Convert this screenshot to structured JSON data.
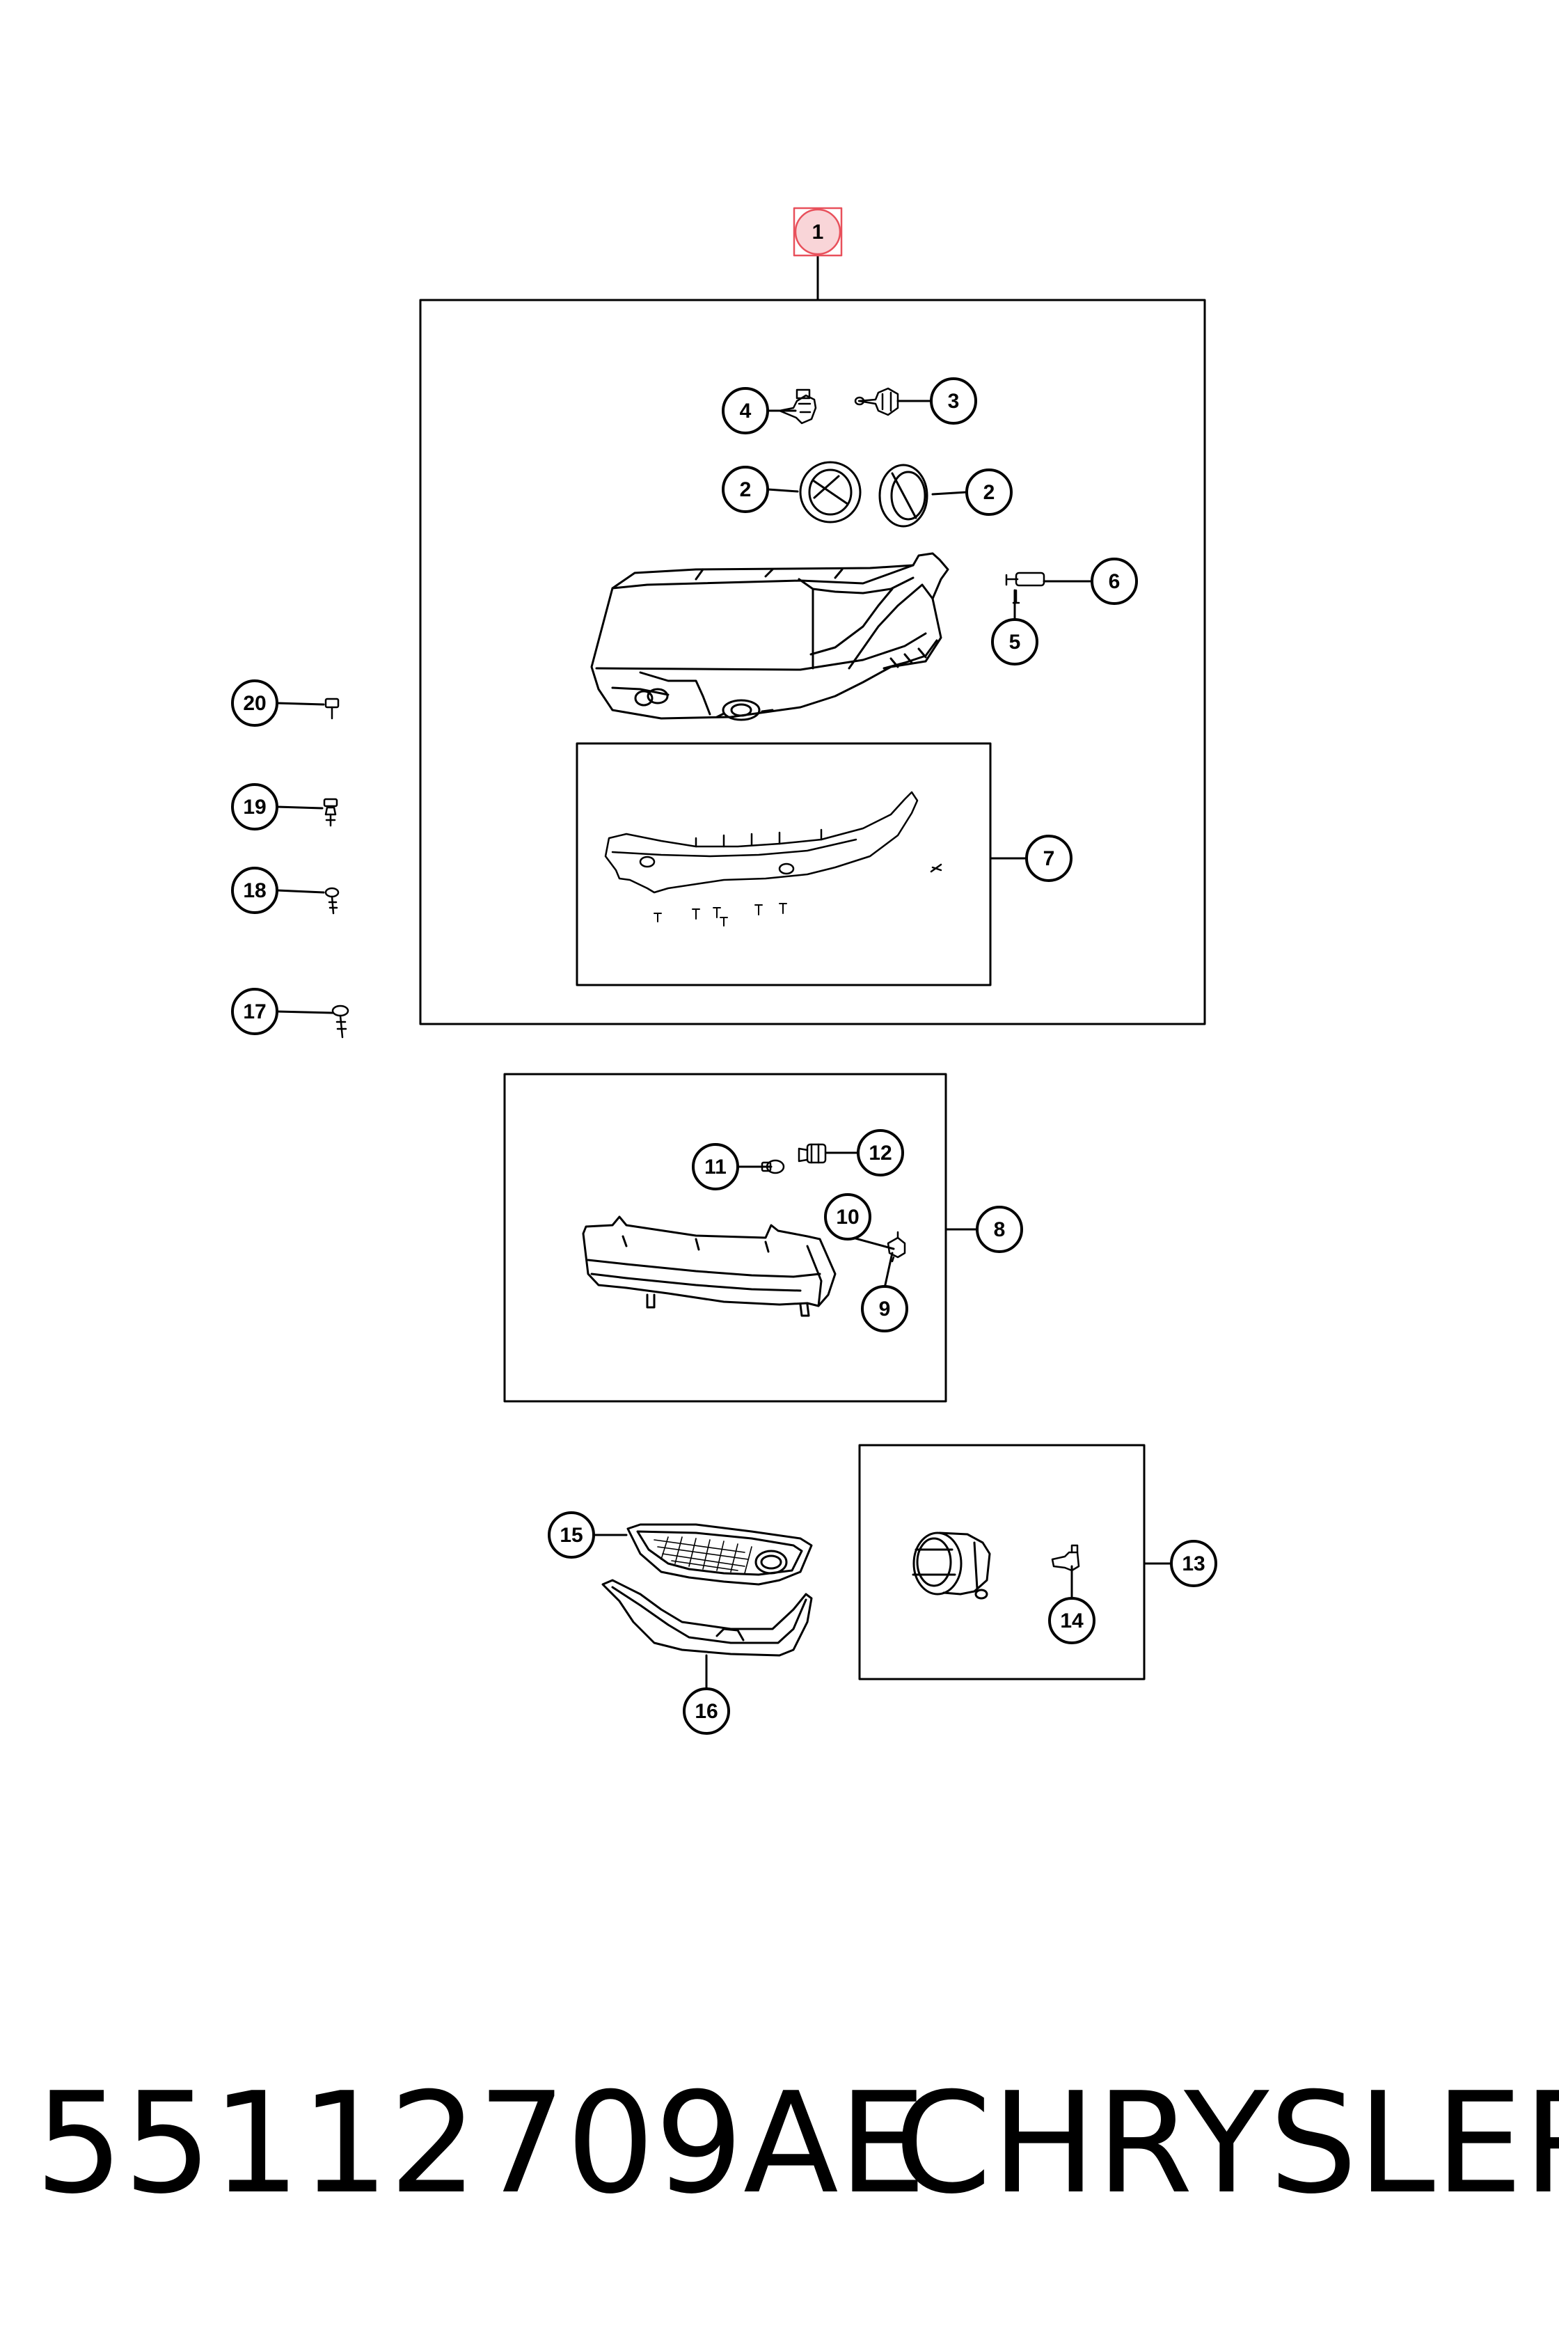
{
  "diagram": {
    "callouts": [
      {
        "id": "1",
        "label": "1",
        "highlighted": true
      },
      {
        "id": "2a",
        "label": "2"
      },
      {
        "id": "2b",
        "label": "2"
      },
      {
        "id": "3",
        "label": "3"
      },
      {
        "id": "4",
        "label": "4"
      },
      {
        "id": "5",
        "label": "5"
      },
      {
        "id": "6",
        "label": "6"
      },
      {
        "id": "7",
        "label": "7"
      },
      {
        "id": "8",
        "label": "8"
      },
      {
        "id": "9",
        "label": "9"
      },
      {
        "id": "10",
        "label": "10"
      },
      {
        "id": "11",
        "label": "11"
      },
      {
        "id": "12",
        "label": "12"
      },
      {
        "id": "13",
        "label": "13"
      },
      {
        "id": "14",
        "label": "14"
      },
      {
        "id": "15",
        "label": "15"
      },
      {
        "id": "16",
        "label": "16"
      },
      {
        "id": "17",
        "label": "17"
      },
      {
        "id": "18",
        "label": "18"
      },
      {
        "id": "19",
        "label": "19"
      },
      {
        "id": "20",
        "label": "20"
      }
    ],
    "highlight_color": "#e8505b",
    "highlight_fill": "#f9d5d8"
  },
  "footer": {
    "part_number": "55112709AE",
    "manufacturer": "CHRYSLER"
  }
}
